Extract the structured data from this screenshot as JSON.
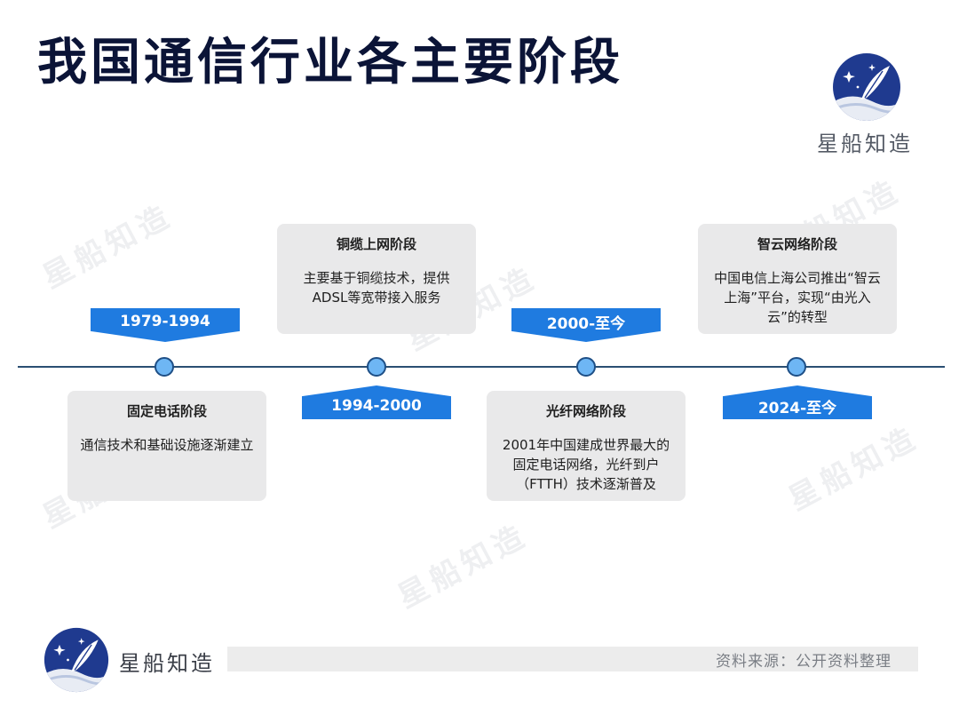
{
  "header": {
    "title": "我国通信行业各主要阶段",
    "brand": "星船知造"
  },
  "watermark_text": "星船知造",
  "stages": [
    {
      "period": "1979-1994",
      "title": "固定电话阶段",
      "desc": "通信技术和基础设施逐渐建立"
    },
    {
      "period": "1994-2000",
      "title": "铜缆上网阶段",
      "desc": "主要基于铜缆技术，提供ADSL等宽带接入服务"
    },
    {
      "period": "2000-至今",
      "title": "光纤网络阶段",
      "desc": "2001年中国建成世界最大的固定电话网络，光纤到户（FTTH）技术逐渐普及"
    },
    {
      "period": "2024-至今",
      "title": "智云网络阶段",
      "desc": "中国电信上海公司推出“智云上海”平台，实现“由光入云”的转型"
    }
  ],
  "footer": {
    "brand": "星船知造",
    "source": "资料来源：公开资料整理"
  },
  "colors": {
    "title": "#0b1437",
    "tag": "#1f7be0",
    "line": "#2a4f73",
    "node": "#6eb6f4",
    "card": "#e9e9ea",
    "logo": "#1e3a8a"
  },
  "icons": [
    "starship-logo-icon"
  ]
}
